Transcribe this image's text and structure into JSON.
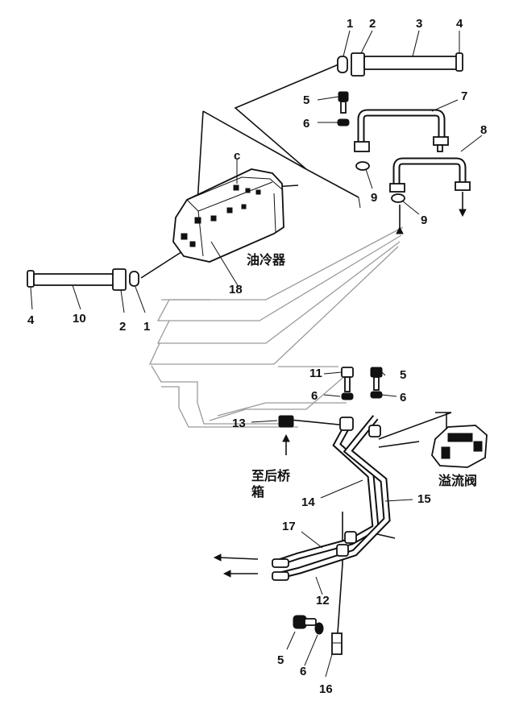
{
  "labels": {
    "p1_top": "1",
    "p2_top": "2",
    "p3": "3",
    "p4_top": "4",
    "p5_top": "5",
    "p6_top": "6",
    "p7": "7",
    "p8": "8",
    "p9_a": "9",
    "p9_b": "9",
    "pc": "c",
    "p18": "18",
    "p4_left": "4",
    "p10": "10",
    "p2_left": "2",
    "p1_left": "1",
    "p11": "11",
    "p5_mid": "5",
    "p6_mid_l": "6",
    "p6_mid_r": "6",
    "p13": "13",
    "p14": "14",
    "p15": "15",
    "p17": "17",
    "p12": "12",
    "p5_bot": "5",
    "p6_bot": "6",
    "p16": "16"
  },
  "captions": {
    "oil_cooler": "油冷器",
    "to_rear_axle_1": "至后桥",
    "to_rear_axle_2": "箱",
    "overflow_valve": "溢流阀"
  }
}
